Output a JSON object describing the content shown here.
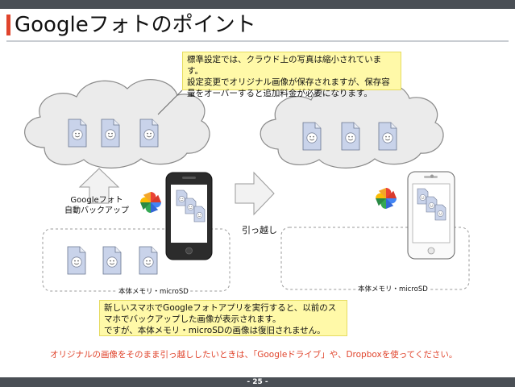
{
  "slide": {
    "title": "Googleフォトのポイント",
    "page_number": "- 25 -"
  },
  "notes": {
    "cloud_note_line1": "標準設定では、クラウド上の写真は縮小されています。",
    "cloud_note_line2": "設定変更でオリジナル画像が保存されますが、保存容",
    "cloud_note_line3": "量をオーバーすると追加料金が必要になります。",
    "phone_note_line1": "新しいスマホでGoogleフォトアプリを実行すると、以前のス",
    "phone_note_line2": "マホでバックアップした画像が表示されます。",
    "phone_note_line3": "ですが、本体メモリ・microSDの画像は復旧されません。"
  },
  "labels": {
    "backup_line1": "Googleフォト",
    "backup_line2": "自動バックアップ",
    "storage_left": "本体メモリ・microSD",
    "storage_right": "本体メモリ・microSD",
    "move": "引っ越し"
  },
  "footer_note": "オリジナルの画像をそのまま引っ越ししたいときは、「Googleドライブ」や、Dropboxを使ってください。",
  "icons": [
    "cloud-icon",
    "photo-file-icon",
    "smartphone-icon",
    "google-photos-pinwheel-icon",
    "arrow-up-icon",
    "arrow-right-icon"
  ],
  "colors": {
    "accent": "#e0442c",
    "note_bg": "#fff9a8",
    "cloud_fill": "#ebebeb",
    "bar": "#4a4f55"
  }
}
